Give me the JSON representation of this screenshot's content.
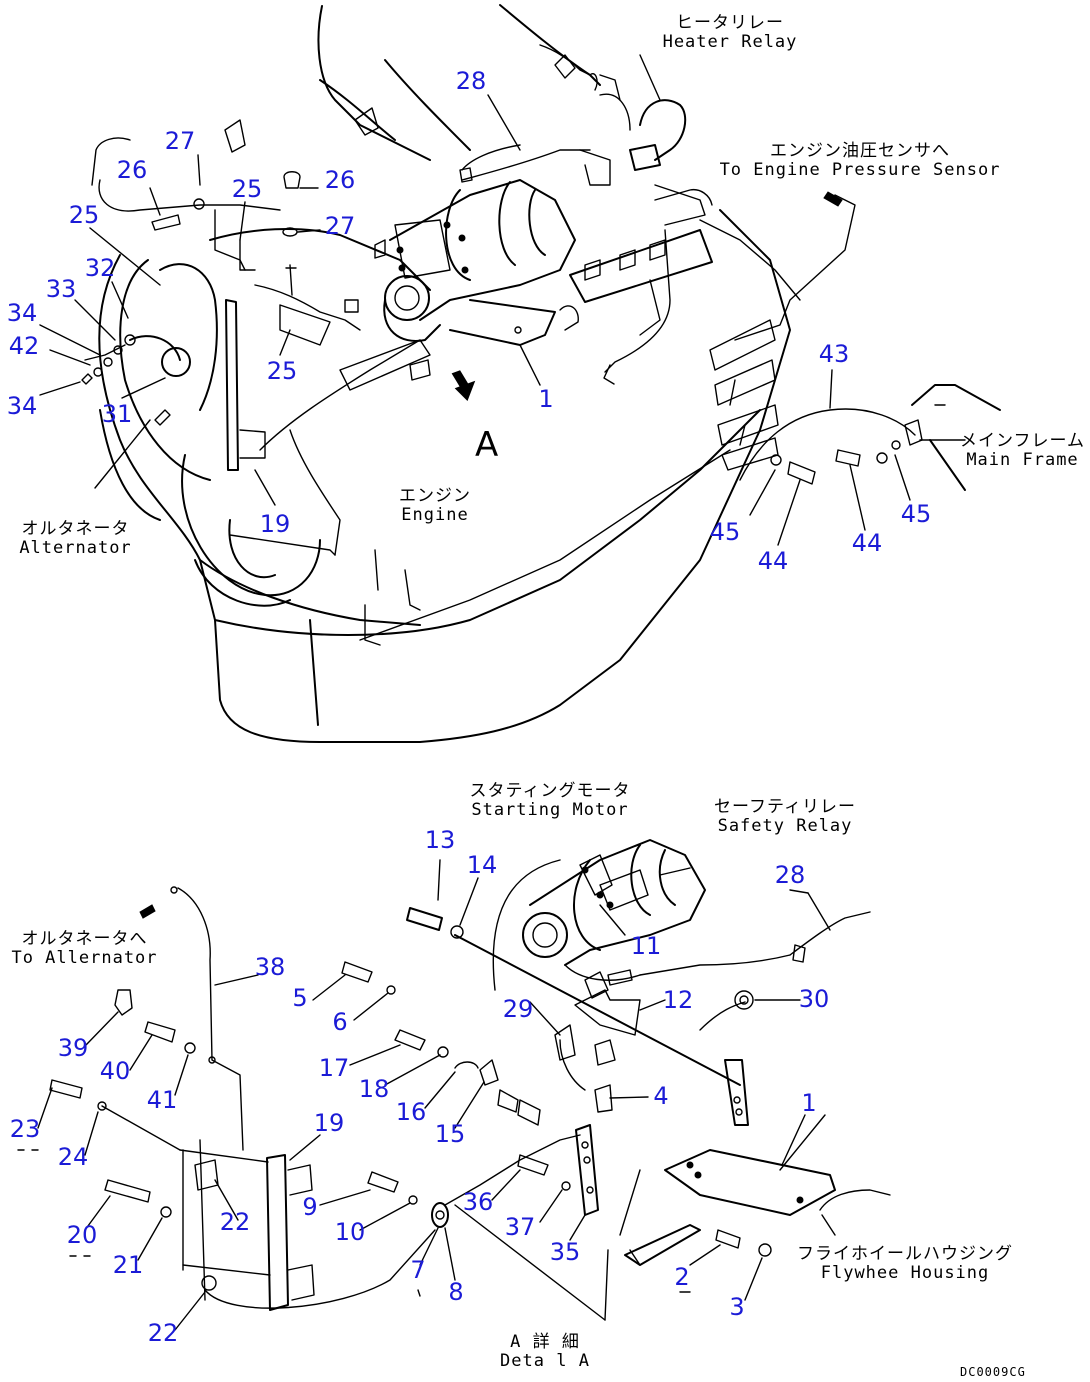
{
  "labels": {
    "heater_relay": {
      "jp": "ヒータリレー",
      "en": "Heater Relay"
    },
    "engine_pressure_sensor": {
      "jp": "エンジン油圧センサへ",
      "en": "To Engine Pressure Sensor"
    },
    "main_frame": {
      "jp": "メインフレーム",
      "en": "Main Frame"
    },
    "engine": {
      "jp": "エンジン",
      "en": "Engine"
    },
    "alternator": {
      "jp": "オルタネータ",
      "en": "Alternator"
    },
    "starting_motor": {
      "jp": "スタティングモータ",
      "en": "Starting Motor"
    },
    "safety_relay": {
      "jp": "セーフティリレー",
      "en": "Safety Relay"
    },
    "to_alternator": {
      "jp": "オルタネータへ",
      "en": "To Allernator"
    },
    "flywheel_housing": {
      "jp": "フライホイールハウジング",
      "en": "Flywhee Housing"
    },
    "detail_a": {
      "jp": "A 詳 細",
      "en": "Deta l A"
    }
  },
  "view_letter": "A",
  "drawing_code": "DC0009CG",
  "callouts": [
    {
      "id": "c28a",
      "text": "28"
    },
    {
      "id": "c27a",
      "text": "27"
    },
    {
      "id": "c26a",
      "text": "26"
    },
    {
      "id": "c26b",
      "text": "26"
    },
    {
      "id": "c25a",
      "text": "25"
    },
    {
      "id": "c25b",
      "text": "25"
    },
    {
      "id": "c27b",
      "text": "27"
    },
    {
      "id": "c32",
      "text": "32"
    },
    {
      "id": "c33",
      "text": "33"
    },
    {
      "id": "c34a",
      "text": "34"
    },
    {
      "id": "c42",
      "text": "42"
    },
    {
      "id": "c34b",
      "text": "34"
    },
    {
      "id": "c31",
      "text": "31"
    },
    {
      "id": "c25c",
      "text": "25"
    },
    {
      "id": "c1a",
      "text": "1"
    },
    {
      "id": "c19a",
      "text": "19"
    },
    {
      "id": "c43",
      "text": "43"
    },
    {
      "id": "c45a",
      "text": "45"
    },
    {
      "id": "c45b",
      "text": "45"
    },
    {
      "id": "c44a",
      "text": "44"
    },
    {
      "id": "c44b",
      "text": "44"
    },
    {
      "id": "c13",
      "text": "13"
    },
    {
      "id": "c14",
      "text": "14"
    },
    {
      "id": "c28b",
      "text": "28"
    },
    {
      "id": "c11",
      "text": "11"
    },
    {
      "id": "c38",
      "text": "38"
    },
    {
      "id": "c5",
      "text": "5"
    },
    {
      "id": "c30",
      "text": "30"
    },
    {
      "id": "c29",
      "text": "29"
    },
    {
      "id": "c12",
      "text": "12"
    },
    {
      "id": "c6",
      "text": "6"
    },
    {
      "id": "c39",
      "text": "39"
    },
    {
      "id": "c17",
      "text": "17"
    },
    {
      "id": "c40",
      "text": "40"
    },
    {
      "id": "c18",
      "text": "18"
    },
    {
      "id": "c41",
      "text": "41"
    },
    {
      "id": "c4",
      "text": "4"
    },
    {
      "id": "c16",
      "text": "16"
    },
    {
      "id": "c1b",
      "text": "1"
    },
    {
      "id": "c23",
      "text": "23"
    },
    {
      "id": "c15",
      "text": "15"
    },
    {
      "id": "c24",
      "text": "24"
    },
    {
      "id": "c19b",
      "text": "19"
    },
    {
      "id": "c9",
      "text": "9"
    },
    {
      "id": "c36",
      "text": "36"
    },
    {
      "id": "c22a",
      "text": "22"
    },
    {
      "id": "c37",
      "text": "37"
    },
    {
      "id": "c10",
      "text": "10"
    },
    {
      "id": "c20",
      "text": "20"
    },
    {
      "id": "c35",
      "text": "35"
    },
    {
      "id": "c21",
      "text": "21"
    },
    {
      "id": "c7",
      "text": "7"
    },
    {
      "id": "c8",
      "text": "8"
    },
    {
      "id": "c2",
      "text": "2"
    },
    {
      "id": "c3",
      "text": "3"
    },
    {
      "id": "c22b",
      "text": "22"
    }
  ]
}
